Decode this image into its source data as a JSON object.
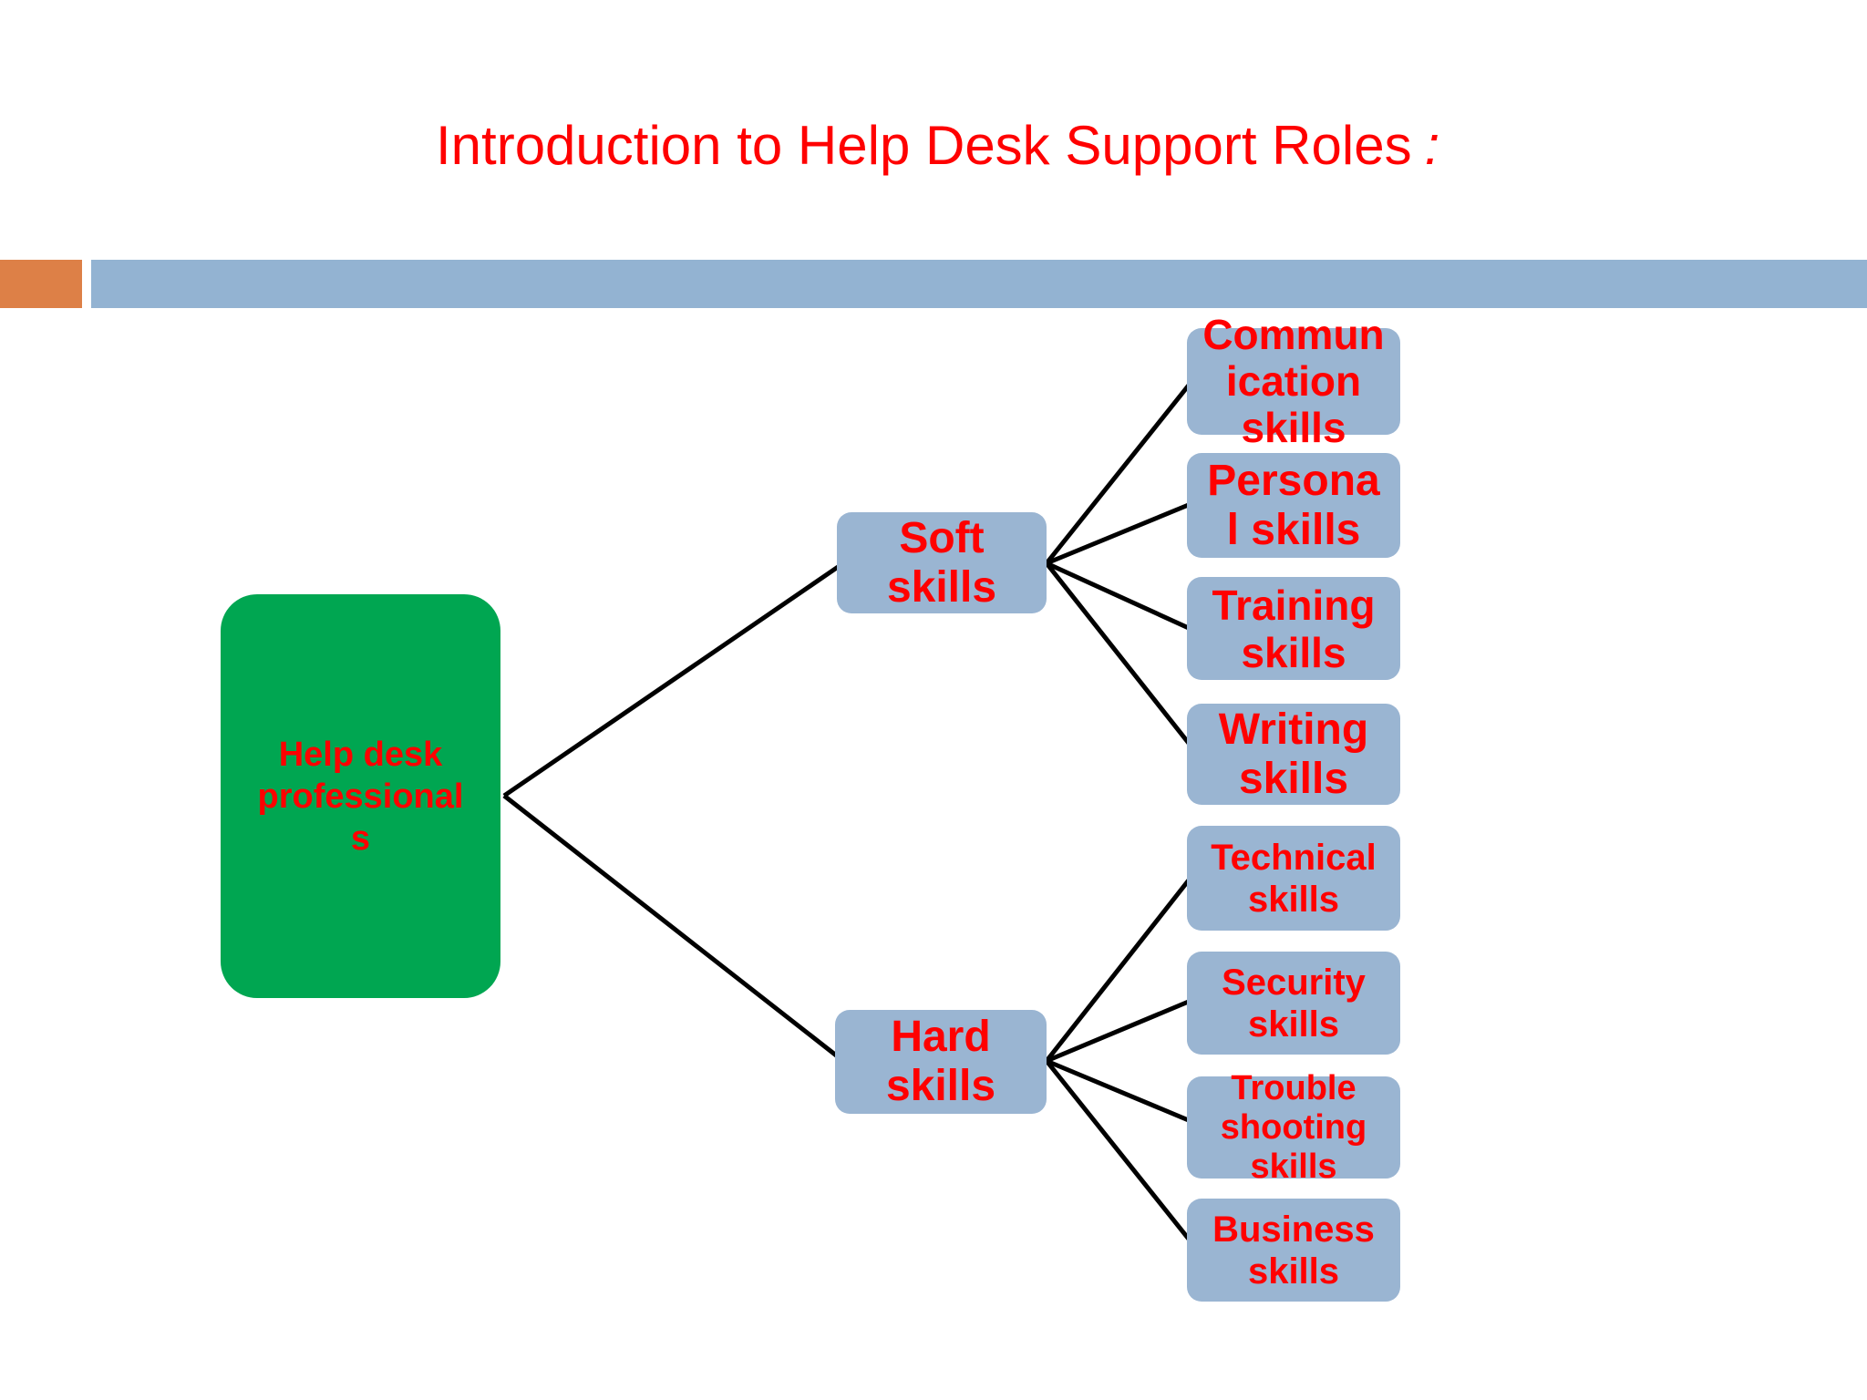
{
  "title": {
    "text": "Introduction to Help Desk Support Roles",
    "suffix": ":"
  },
  "colors": {
    "accent_orange": "#DD8047",
    "bar_blue": "#93B3D2",
    "node_blue": "#9AB5D2",
    "node_green": "#00A651",
    "text_red": "#FF0000",
    "line_black": "#000000"
  },
  "root": {
    "label": "Help desk professionals",
    "lines": [
      "Help desk",
      "professional",
      "s"
    ]
  },
  "branches": [
    {
      "label": "Soft skills",
      "lines": [
        "Soft",
        "skills"
      ],
      "children": [
        {
          "label": "Communication skills",
          "lines": [
            "Commun",
            "ication",
            "skills"
          ]
        },
        {
          "label": "Personal skills",
          "lines": [
            "Persona",
            "l skills"
          ]
        },
        {
          "label": "Training skills",
          "lines": [
            "Training",
            "skills"
          ]
        },
        {
          "label": "Writing skills",
          "lines": [
            "Writing",
            "skills"
          ]
        }
      ]
    },
    {
      "label": "Hard skills",
      "lines": [
        "Hard",
        "skills"
      ],
      "children": [
        {
          "label": "Technical skills",
          "lines": [
            "Technical",
            "skills"
          ]
        },
        {
          "label": "Security skills",
          "lines": [
            "Security",
            "skills"
          ]
        },
        {
          "label": "Trouble shooting skills",
          "lines": [
            "Trouble",
            "shooting",
            "skills"
          ]
        },
        {
          "label": "Business skills",
          "lines": [
            "Business",
            "skills"
          ]
        }
      ]
    }
  ]
}
